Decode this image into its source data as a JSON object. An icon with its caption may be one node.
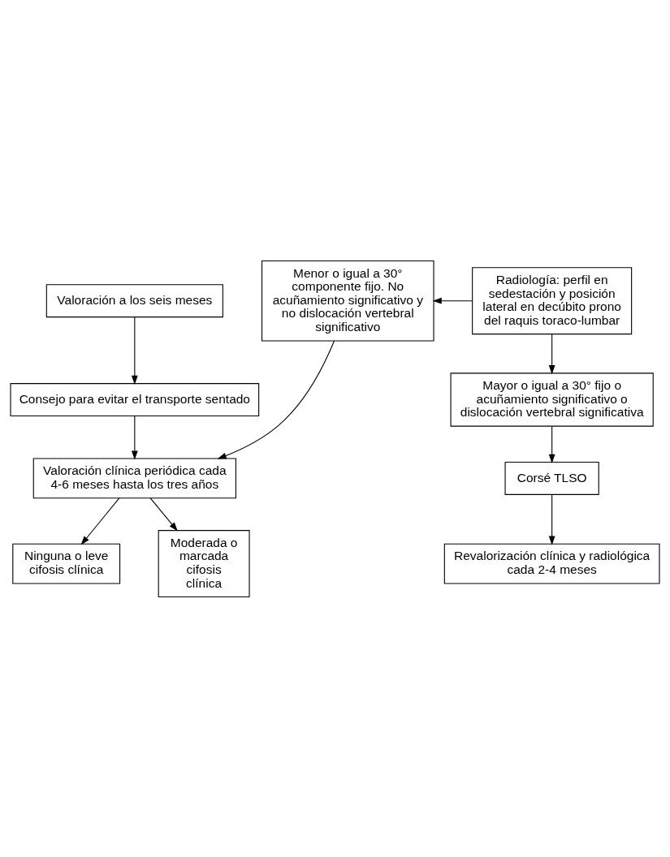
{
  "diagram": {
    "nodes": [
      {
        "text": [
          "Valoración a los seis meses"
        ]
      },
      {
        "text": [
          "Consejo para evitar el transporte sentado"
        ]
      },
      {
        "text": [
          "Valoración clínica periódica cada 4-6 meses hasta los tres años"
        ]
      },
      {
        "text": [
          "Ninguna o leve cifosis clínica"
        ]
      },
      {
        "text": [
          "Moderada o marcada cifosis clínica"
        ]
      },
      {
        "text": [
          "Menor o igual a 30° componente fijo. No acuñamiento significativo y no dislocación vertebral significativo"
        ]
      },
      {
        "text": [
          "Radiología: perfil en sedestación y posición lateral en decúbito prono del raquis toraco-lumbar"
        ]
      },
      {
        "text": [
          "Mayor o igual a 30° fijo o acuñamiento significativo o dislocación vertebral significativa"
        ]
      },
      {
        "text": [
          "Corsé TLSO"
        ]
      },
      {
        "text": [
          "Revalorización clínica y radiológica cada 2-4 meses"
        ]
      }
    ],
    "edges": [
      {
        "from": 0,
        "to": 1,
        "arrow": "to"
      },
      {
        "from": 1,
        "to": 2,
        "arrow": "to"
      },
      {
        "from": 2,
        "to": 3,
        "arrow": "to"
      },
      {
        "from": 2,
        "to": 4,
        "arrow": "to"
      },
      {
        "from": 6,
        "to": 5,
        "arrow": "to"
      },
      {
        "from": 5,
        "to": 2,
        "arrow": "to"
      },
      {
        "from": 6,
        "to": 7,
        "arrow": "to"
      },
      {
        "from": 7,
        "to": 8,
        "arrow": "to"
      },
      {
        "from": 8,
        "to": 9,
        "arrow": "to"
      }
    ]
  }
}
